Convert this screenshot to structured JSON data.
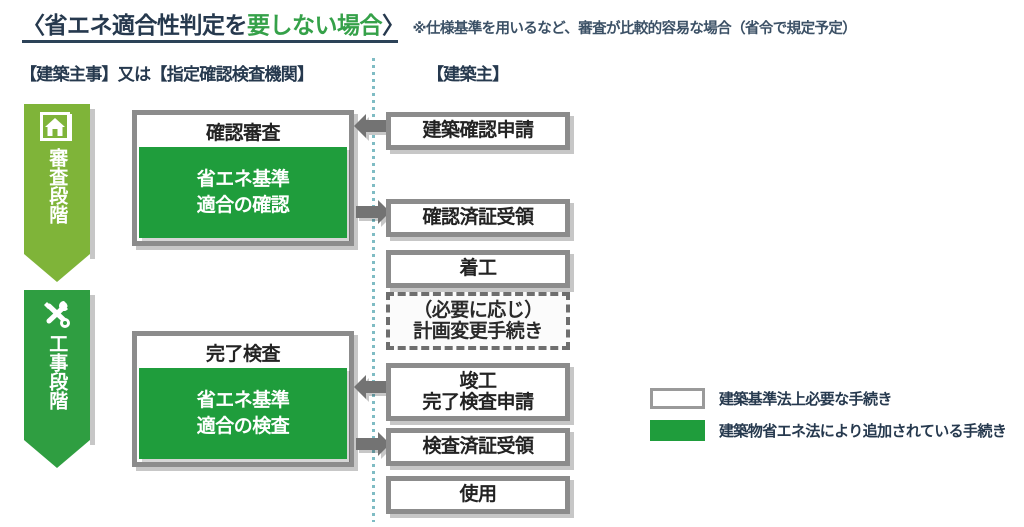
{
  "title": {
    "prefix": "〈省エネ適合性判定を",
    "accent": "要しない場合",
    "suffix": "〉",
    "note": "※仕様基準を用いるなど、審査が比較的容易な場合（省令で規定予定）"
  },
  "columns": {
    "left_header": "【建築主事】又は【指定確認検査機関】",
    "right_header": "【建築主】"
  },
  "stages": [
    {
      "id": "review",
      "icon": "house-icon",
      "label": "審査段階",
      "color": "#7fb439"
    },
    {
      "id": "construction",
      "icon": "tools-icon",
      "label": "工事段階",
      "color": "#2f9e41"
    }
  ],
  "authority_boxes": [
    {
      "id": "confirmation-review",
      "title": "確認審査",
      "body_line1": "省エネ基準",
      "body_line2": "適合の確認",
      "body_color": "#1f9d3c"
    },
    {
      "id": "completion-inspection",
      "title": "完了検査",
      "body_line1": "省エネ基準",
      "body_line2": "適合の検査",
      "body_color": "#1f9d3c"
    }
  ],
  "owner_boxes": [
    {
      "id": "building-confirmation-application",
      "line1": "建築確認申請",
      "line2": "",
      "style": "solid"
    },
    {
      "id": "confirmation-certificate-receipt",
      "line1": "確認済証受領",
      "line2": "",
      "style": "solid"
    },
    {
      "id": "construction-start",
      "line1": "着工",
      "line2": "",
      "style": "solid"
    },
    {
      "id": "plan-change-procedure",
      "line1": "（必要に応じ）",
      "line2": "計画変更手続き",
      "style": "dashed"
    },
    {
      "id": "completion-inspection-application",
      "line1": "竣工",
      "line2": "完了検査申請",
      "style": "solid"
    },
    {
      "id": "inspection-certificate-receipt",
      "line1": "検査済証受領",
      "line2": "",
      "style": "solid"
    },
    {
      "id": "use",
      "line1": "使用",
      "line2": "",
      "style": "solid"
    }
  ],
  "arrows": [
    {
      "id": "arrow-application-to-review",
      "direction": "left"
    },
    {
      "id": "arrow-review-to-certificate",
      "direction": "right"
    },
    {
      "id": "arrow-completion-to-inspection",
      "direction": "left"
    },
    {
      "id": "arrow-inspection-to-certificate",
      "direction": "right"
    }
  ],
  "legend": [
    {
      "id": "legend-building-standards-act",
      "swatch": "outline",
      "color": "#ffffff",
      "text": "建築基準法上必要な手続き"
    },
    {
      "id": "legend-energy-saving-act",
      "swatch": "filled",
      "color": "#1f9d3c",
      "text": "建築物省エネ法により追加されている手続き"
    }
  ]
}
